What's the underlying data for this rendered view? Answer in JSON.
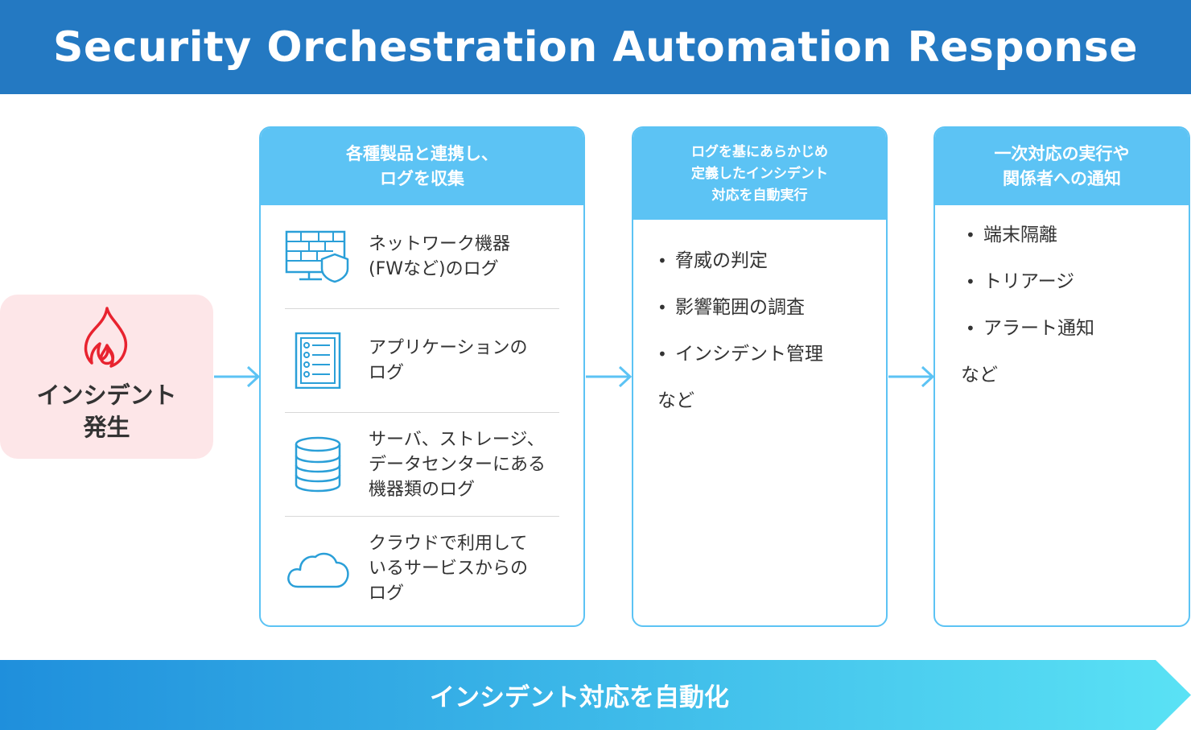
{
  "title": "Security Orchestration Automation Response",
  "incident": {
    "icon": "fire-icon",
    "label": "インシデント\n発生"
  },
  "panels": {
    "collect": {
      "heading": "各種製品と連携し、\nログを収集",
      "items": [
        {
          "icon": "network-firewall-icon",
          "text": "ネットワーク機器\n(FWなど)のログ"
        },
        {
          "icon": "application-log-icon",
          "text": "アプリケーションの\nログ"
        },
        {
          "icon": "database-icon",
          "text": "サーバ、ストレージ、\nデータセンターにある\n機器類のログ"
        },
        {
          "icon": "cloud-icon",
          "text": "クラウドで利用して\nいるサービスからの\nログ"
        }
      ]
    },
    "automate": {
      "heading": "ログを基にあらかじめ\n定義したインシデント\n対応を自動実行",
      "bullets": [
        "脅威の判定",
        "影響範囲の調査",
        "インシデント管理"
      ],
      "etc": "など"
    },
    "respond": {
      "heading": "一次対応の実行や\n関係者への通知",
      "bullets": [
        "端末隔離",
        "トリアージ",
        "アラート通知"
      ],
      "etc": "など"
    }
  },
  "footer": {
    "label": "インシデント対応を自動化"
  },
  "colors": {
    "title_bg": "#2479c2",
    "panel_accent": "#5cc3f4",
    "incident_bg": "#fde6e8",
    "fire": "#e8232f",
    "icon_blue": "#2a9fd8",
    "footer_gradient_start": "#1f8fdc",
    "footer_gradient_end": "#5ae2f5"
  }
}
